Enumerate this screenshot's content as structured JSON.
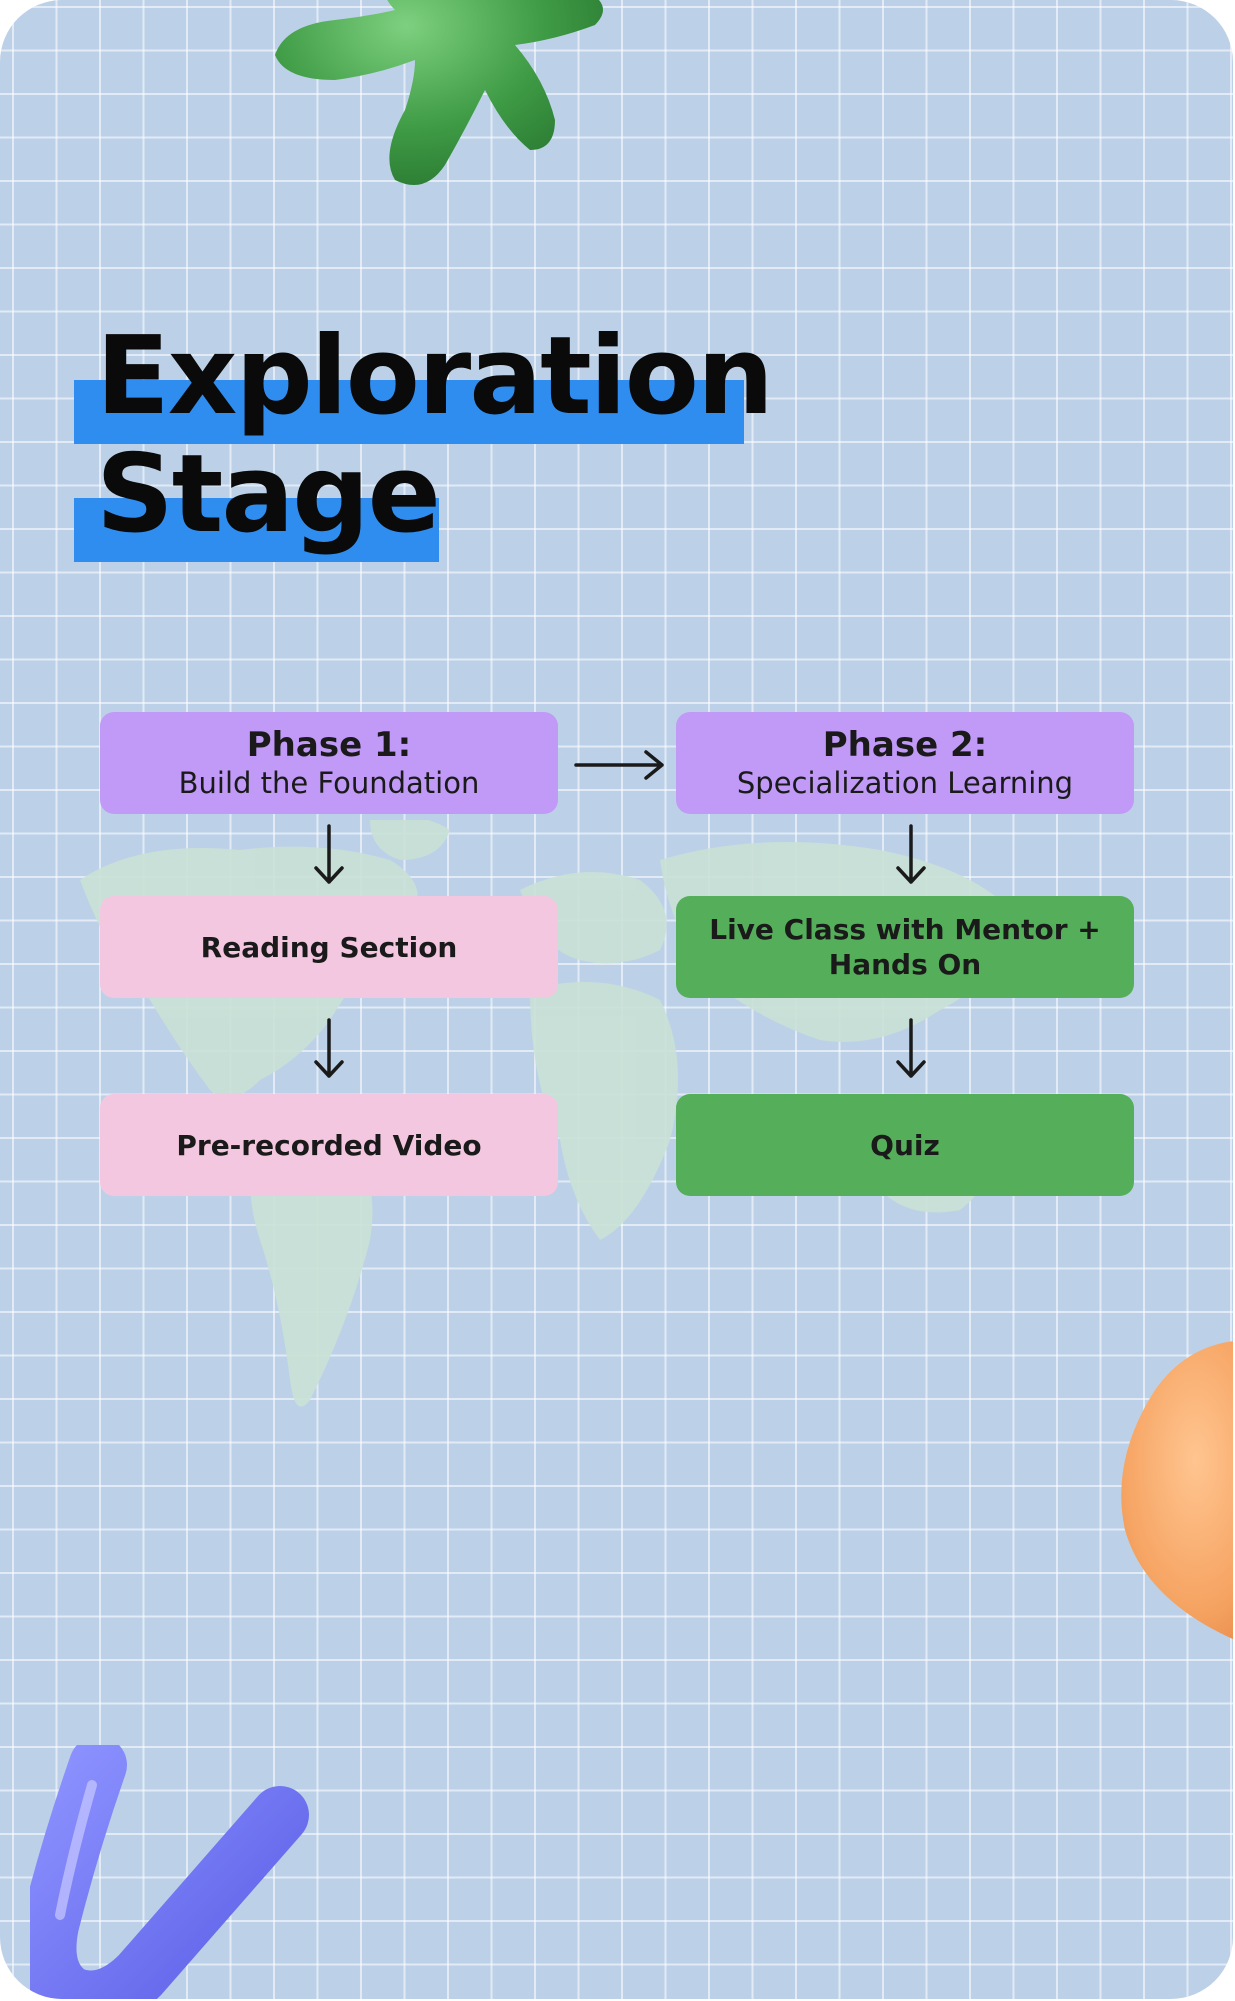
{
  "title": {
    "line1": "Exploration",
    "line2": "Stage"
  },
  "colors": {
    "background": "#bcd1e8",
    "title_highlight": "#2e8def",
    "phase_box": "#c09af6",
    "pink_box": "#f4c7e0",
    "green_box": "#55ae5a"
  },
  "flow": {
    "phase1": {
      "heading": "Phase 1:",
      "subtitle": "Build the Foundation",
      "steps": [
        "Reading Section",
        "Pre-recorded Video"
      ]
    },
    "phase2": {
      "heading": "Phase 2:",
      "subtitle": "Specialization Learning",
      "steps": [
        "Live Class with Mentor + Hands On",
        "Quiz"
      ]
    }
  },
  "decorations": [
    "green-star-shape",
    "orange-blob-shape",
    "purple-v-shape",
    "world-map"
  ]
}
